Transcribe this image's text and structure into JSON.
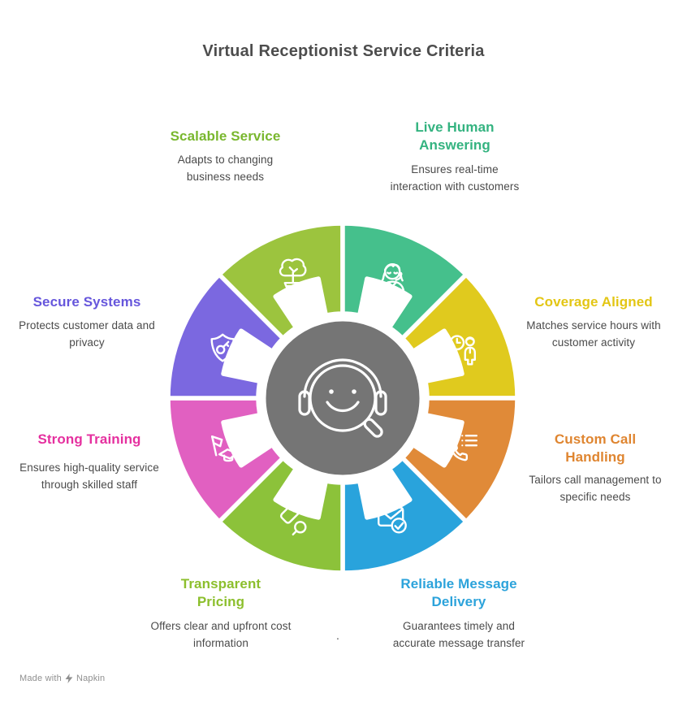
{
  "title": "Virtual Receptionist Service Criteria",
  "title_color": "#4D4D4D",
  "description_color": "#4A4A4A",
  "wheel_stroke_color": "#FFFFFF",
  "center": {
    "icon": "support-agent-search-icon",
    "color": "#757575"
  },
  "segments": [
    {
      "id": "scalable-service",
      "label": "Scalable Service",
      "description": "Adapts to changing business needs",
      "segment_color": "#9CC43E",
      "heading_color": "#79B72E",
      "icon": "potted-tree-icon"
    },
    {
      "id": "live-human-answering",
      "label": "Live Human Answering",
      "description": "Ensures real-time interaction with customers",
      "segment_color": "#45C08C",
      "heading_color": "#34B380",
      "icon": "receptionist-icon"
    },
    {
      "id": "coverage-aligned",
      "label": "Coverage Aligned",
      "description": "Matches service hours with customer activity",
      "segment_color": "#E0CA1E",
      "heading_color": "#E3C614",
      "icon": "clock-person-icon"
    },
    {
      "id": "custom-call-handling",
      "label": "Custom Call Handling",
      "description": "Tailors call management to specific needs",
      "segment_color": "#E08A38",
      "heading_color": "#DF8530",
      "icon": "phone-list-icon"
    },
    {
      "id": "reliable-message-delivery",
      "label": "Reliable Message Delivery",
      "description": "Guarantees timely and accurate message transfer",
      "segment_color": "#29A3DC",
      "heading_color": "#2CA3DB",
      "icon": "envelope-check-icon"
    },
    {
      "id": "transparent-pricing",
      "label": "Transparent Pricing",
      "description": "Offers clear and upfront cost information",
      "segment_color": "#8CC23A",
      "heading_color": "#8CBF2D",
      "icon": "price-tag-search-icon"
    },
    {
      "id": "strong-training",
      "label": "Strong Training",
      "description": "Ensures high-quality service through skilled staff",
      "segment_color": "#E160C1",
      "heading_color": "#E5309F",
      "icon": "flag-graduation-cap-icon"
    },
    {
      "id": "secure-systems",
      "label": "Secure Systems",
      "description": "Protects customer data and privacy",
      "segment_color": "#7B68E0",
      "heading_color": "#6656DC",
      "icon": "shield-key-icon"
    }
  ],
  "stray_mark": ".",
  "footer": {
    "made_with": "Made with",
    "brand": "Napkin"
  }
}
